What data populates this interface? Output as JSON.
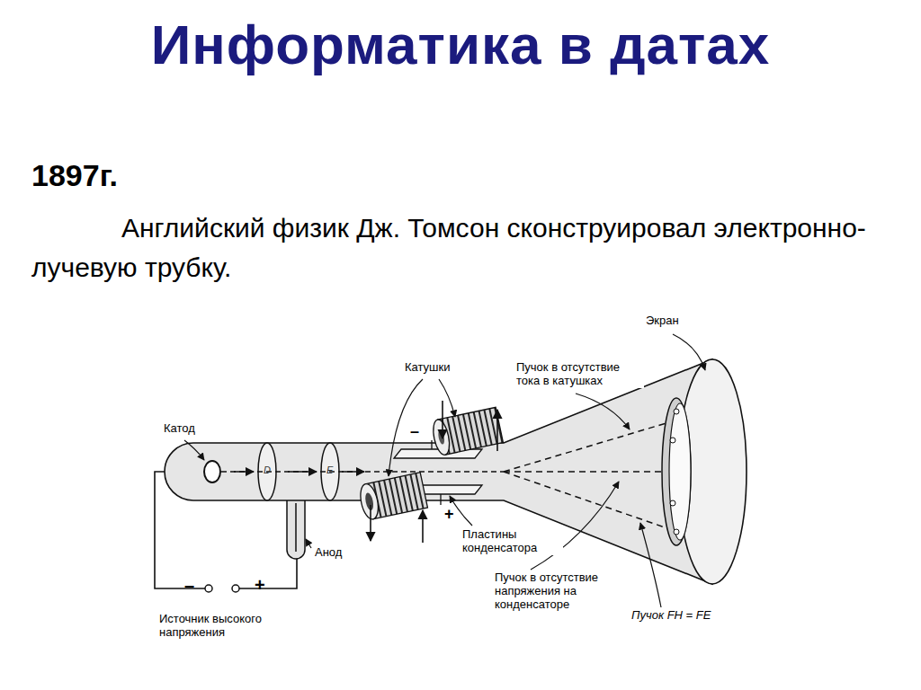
{
  "diagram": {
    "title": "Информатика в датах",
    "labels": [
      "1897г.",
      "Английский физик Дж. Томсон сконструировал электронно-лучевую трубку.",
      "Экран",
      "Катушки",
      "Пучок в отсутствие тока в катушках",
      "Катод",
      "D",
      "E",
      "–",
      "+",
      "Пластины конденсатора",
      "Анод",
      "Пучок в отсутствие напряжения на конденсаторе",
      "Пучок FH = FE",
      "–",
      "+",
      "Источник высокого напряжения"
    ]
  }
}
